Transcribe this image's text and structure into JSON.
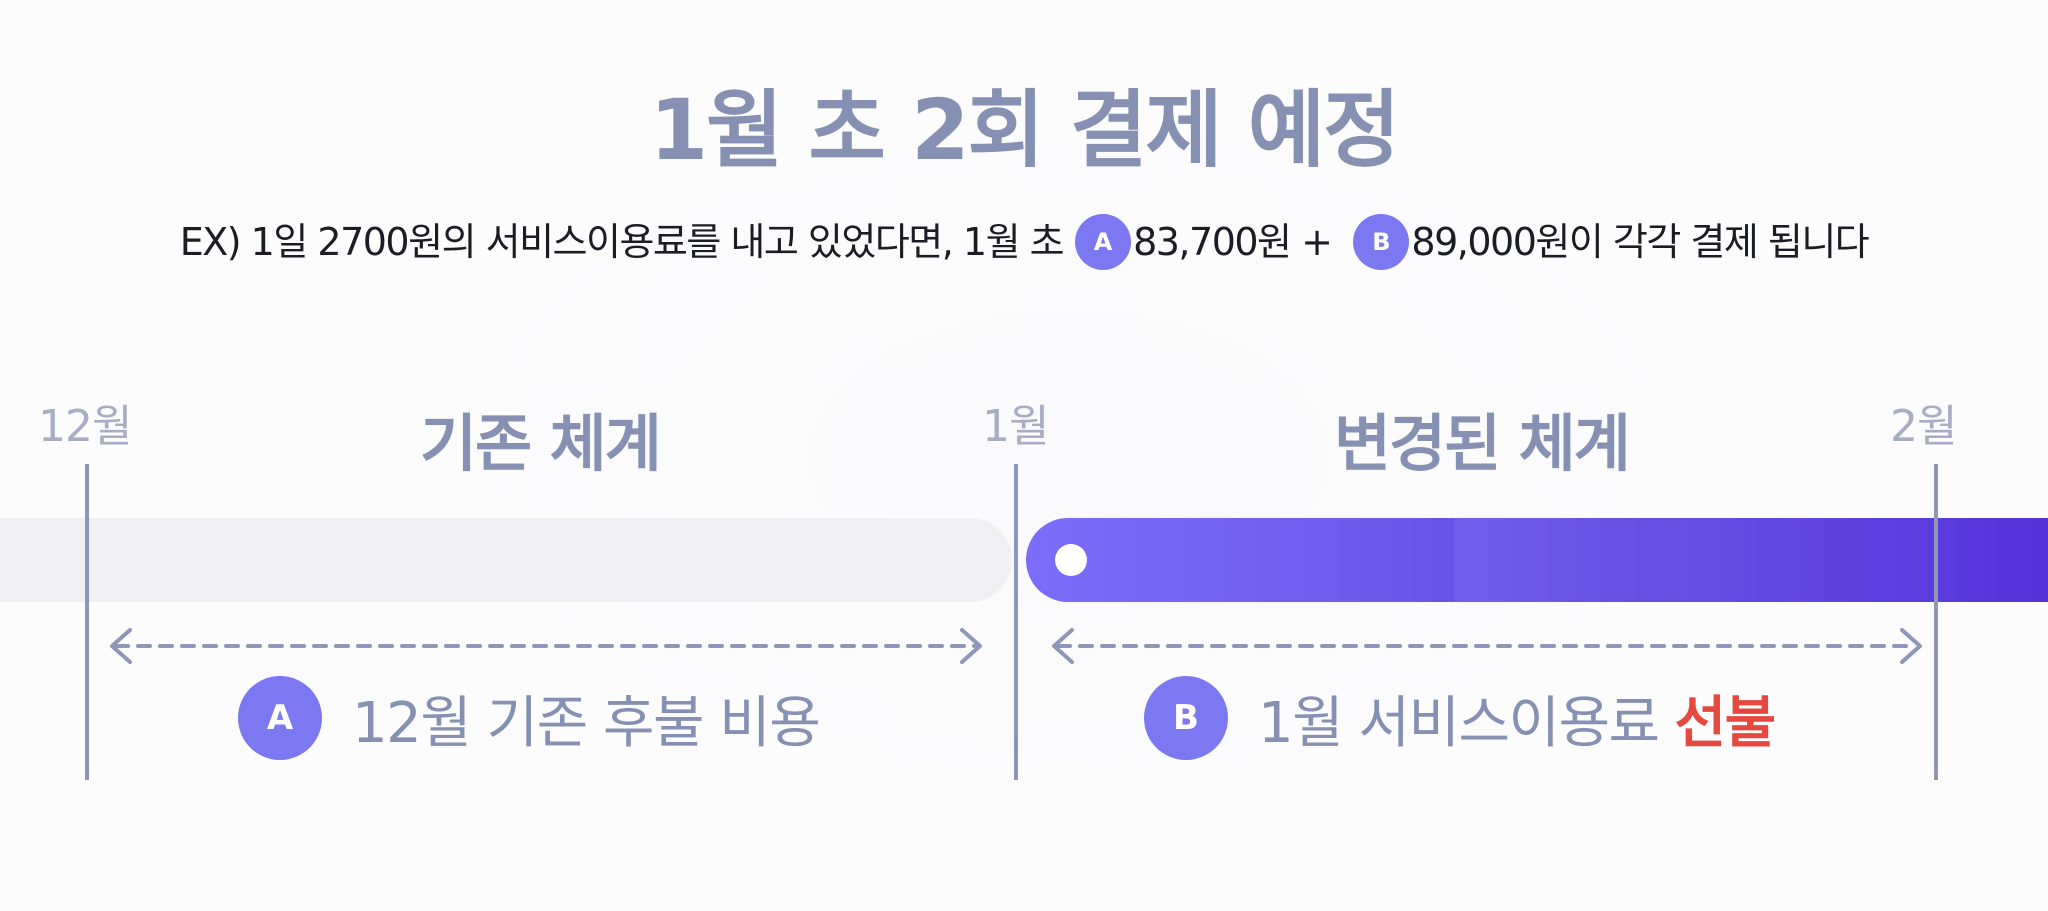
{
  "title": "1월 초 2회 결제 예정",
  "example": {
    "prefix": "EX) 1일 2700원의 서비스이용료를 내고 있었다면, 1월 초",
    "badge_a": "A",
    "amount_a": "83,700원 +",
    "badge_b": "B",
    "amount_b": "89,000원이 각각 결제 됩니다"
  },
  "timeline": {
    "ticks": [
      "12월",
      "1월",
      "2월"
    ],
    "old_system": "기존 체계",
    "new_system": "변경된 체계",
    "segment_a": {
      "badge": "A",
      "label": "12월 기존 후불 비용"
    },
    "segment_b": {
      "badge": "B",
      "label": "1월 서비스이용료",
      "highlight": "선불"
    }
  },
  "colors": {
    "title": "#8690b3",
    "badge": "#7b78f2",
    "accent_red": "#e5483e",
    "bar_gradient_start": "#7c6dfa",
    "bar_gradient_end": "#4a26d6",
    "bar_inactive": "#f0f0f3"
  },
  "icons": [
    "dashed-double-arrow-icon",
    "timeline-start-dot-icon"
  ]
}
